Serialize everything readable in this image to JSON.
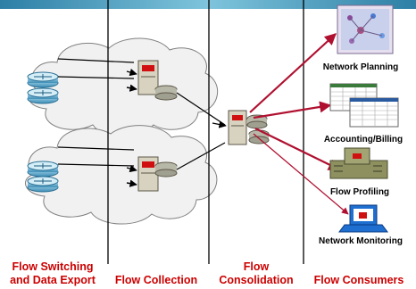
{
  "stages": {
    "switching_line1": "Flow Switching",
    "switching_line2": "and Data Export",
    "collection": "Flow Collection",
    "consolidation_line1": "Flow",
    "consolidation_line2": "Consolidation",
    "consumers": "Flow Consumers"
  },
  "consumers": {
    "planning": "Network Planning",
    "billing": "Accounting/Billing",
    "profiling": "Flow Profiling",
    "monitoring": "Network Monitoring"
  },
  "colors": {
    "stage_label": "#cc0000",
    "consumer_label": "#000000",
    "arrow": "#b01030",
    "cloud_fill": "#f1f1f1",
    "top_band": "#5fa8c4"
  }
}
